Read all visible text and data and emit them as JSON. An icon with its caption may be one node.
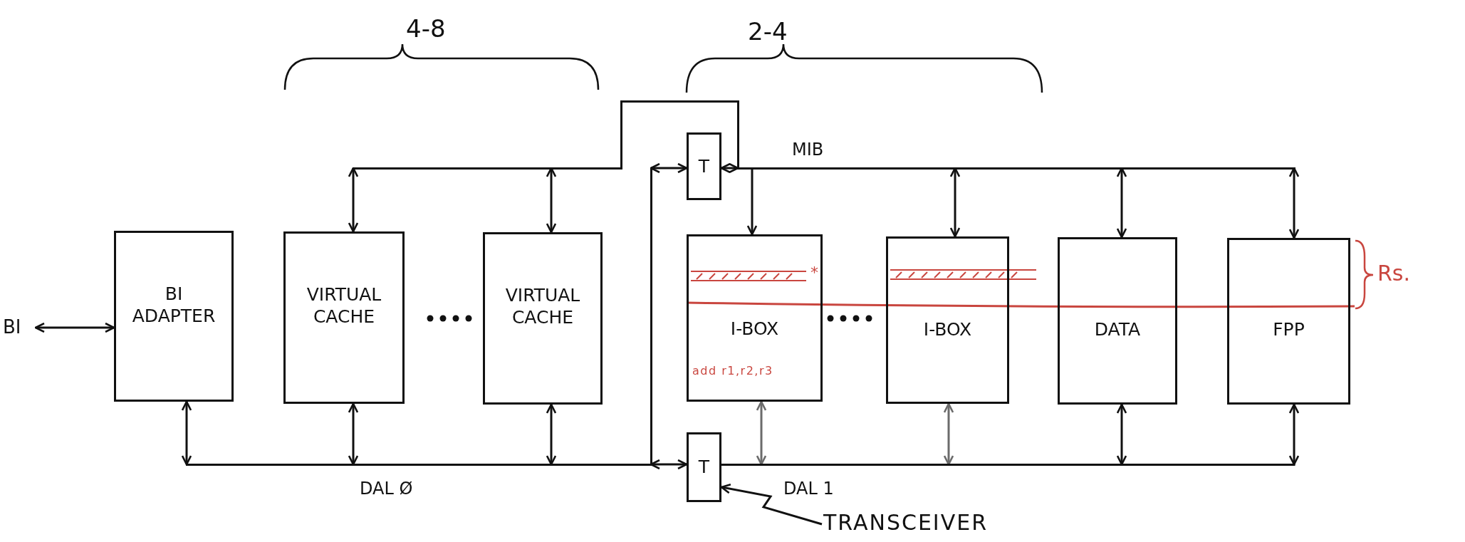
{
  "diagram": {
    "nodes": [
      {
        "text": [
          "BI"
        ]
      },
      {
        "text": [
          "BI ADAPTER"
        ]
      },
      {
        "text": [
          "VIRTUAL CACHE"
        ]
      },
      {
        "text": [
          "VIRTUAL CACHE"
        ]
      },
      {
        "text": [
          "T"
        ]
      },
      {
        "text": [
          "I-BOX"
        ]
      },
      {
        "text": [
          "I-BOX"
        ]
      },
      {
        "text": [
          "DATA"
        ]
      },
      {
        "text": [
          "FPP"
        ]
      },
      {
        "text": [
          "T"
        ]
      },
      {
        "text": [
          "TRANSCEIVER"
        ]
      },
      {
        "text": [],
        "shape": "bar",
        "beside": [
          "MIB"
        ]
      },
      {
        "text": [],
        "shape": "bar",
        "beside": [
          "DAL Ø"
        ]
      },
      {
        "text": [],
        "shape": "bar",
        "beside": [
          "DAL 1"
        ]
      },
      {
        "text": [],
        "shape": "bar"
      },
      {
        "text": [],
        "shape": "bar"
      }
    ],
    "edges": [
      {
        "from": 0,
        "to": 1,
        "arrow": "both"
      },
      {
        "from": 14,
        "to": 2,
        "arrow": "both"
      },
      {
        "from": 14,
        "to": 3,
        "arrow": "both"
      },
      {
        "from": 15,
        "to": 4,
        "arrow": "both"
      },
      {
        "from": 4,
        "to": 11,
        "arrow": "both"
      },
      {
        "from": 11,
        "to": 5,
        "arrow": "to"
      },
      {
        "from": 11,
        "to": 6,
        "arrow": "both"
      },
      {
        "from": 11,
        "to": 7,
        "arrow": "both"
      },
      {
        "from": 11,
        "to": 8,
        "arrow": "both"
      },
      {
        "from": 1,
        "to": 12,
        "arrow": "both"
      },
      {
        "from": 2,
        "to": 12,
        "arrow": "both"
      },
      {
        "from": 3,
        "to": 12,
        "arrow": "both"
      },
      {
        "from": 12,
        "to": 9,
        "arrow": "both"
      },
      {
        "from": 5,
        "to": 13,
        "arrow": "both",
        "color": "#6b6b6b"
      },
      {
        "from": 6,
        "to": 13,
        "arrow": "both",
        "color": "#6b6b6b"
      },
      {
        "from": 7,
        "to": 13,
        "arrow": "both"
      },
      {
        "from": 8,
        "to": 13,
        "arrow": "both"
      },
      {
        "from": 10,
        "to": 9,
        "arrow": "to"
      }
    ],
    "labels": [
      "4-8",
      "2-4",
      "*",
      "Rs.",
      "add r1,r2,r3"
    ]
  }
}
